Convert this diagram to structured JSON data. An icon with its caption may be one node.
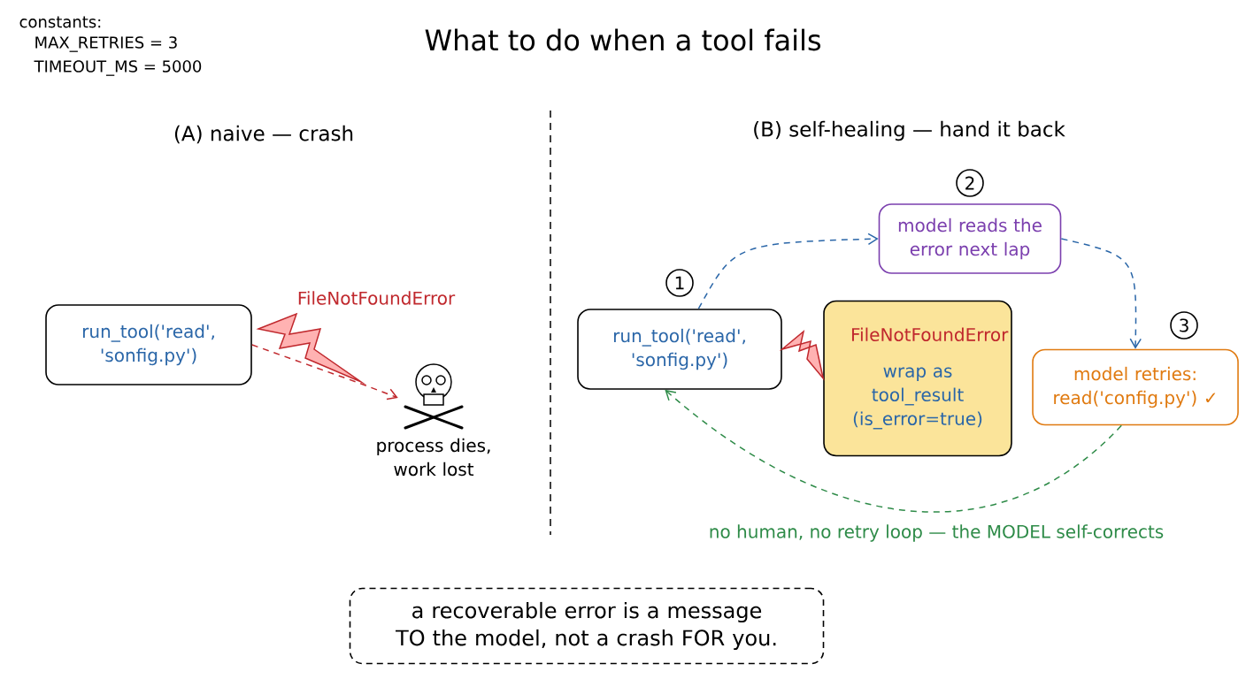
{
  "diagram": {
    "title": "What to do when a tool fails",
    "nodes": [
      {
        "text": [
          "run_tool('read', 'sonfig.py')"
        ]
      },
      {
        "text": [],
        "shape": "picture",
        "beside": [
          "process dies, work lost"
        ]
      },
      {
        "text": [
          "run_tool('read', 'sonfig.py')"
        ],
        "beside": [
          "1"
        ]
      },
      {
        "text": [
          "FileNotFoundError",
          "wrap as tool_result (is_error=true)"
        ]
      },
      {
        "text": [
          "model reads the error next lap"
        ],
        "beside": [
          "2"
        ]
      },
      {
        "text": [
          "model retries: read('config.py') ✓"
        ],
        "beside": [
          "3"
        ]
      },
      {
        "text": [
          "a recoverable error is a message TO the model, not a crash FOR you."
        ]
      }
    ],
    "edges": [
      {
        "from": 0,
        "to": 1,
        "arrow": "to",
        "label": "FileNotFoundError",
        "style": "dashed",
        "color": "#c0282d"
      },
      {
        "from": 2,
        "to": 3,
        "arrow": "to",
        "color": "#c0282d"
      },
      {
        "from": 2,
        "to": 4,
        "arrow": "to",
        "style": "dashed",
        "color": "#2a66a8"
      },
      {
        "from": 4,
        "to": 5,
        "arrow": "to",
        "style": "dashed",
        "color": "#2a66a8"
      },
      {
        "from": 5,
        "to": 2,
        "arrow": "to",
        "label": "no human, no retry loop — the MODEL self-corrects",
        "style": "dashed",
        "color": "#2e8b48"
      }
    ],
    "labels": [
      "constants:",
      "MAX_RETRIES = 3",
      "TIMEOUT_MS = 5000",
      "(A) naive — crash",
      "(B) self-healing — hand it back"
    ]
  }
}
